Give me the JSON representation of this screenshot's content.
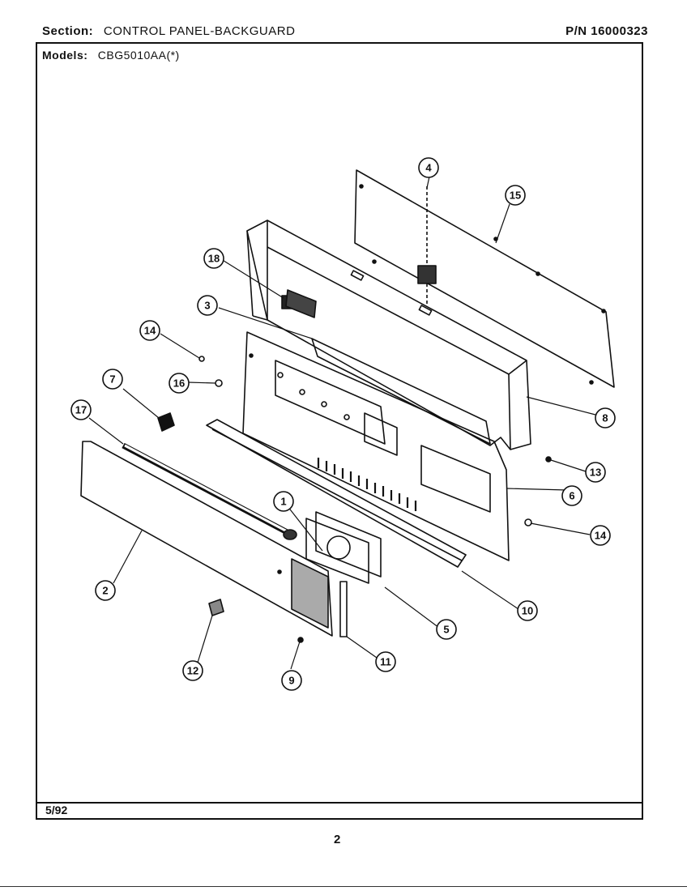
{
  "header": {
    "section_label": "Section:",
    "section_value": "CONTROL PANEL-BACKGUARD",
    "part_number": "P/N 16000323"
  },
  "models": {
    "label": "Models:",
    "value": "CBG5010AA(*)"
  },
  "footer": {
    "date": "5/92",
    "page_number": "2"
  },
  "callouts": [
    "1",
    "2",
    "3",
    "4",
    "5",
    "6",
    "7",
    "8",
    "9",
    "10",
    "11",
    "12",
    "13",
    "14",
    "14",
    "15",
    "16",
    "17",
    "18"
  ]
}
